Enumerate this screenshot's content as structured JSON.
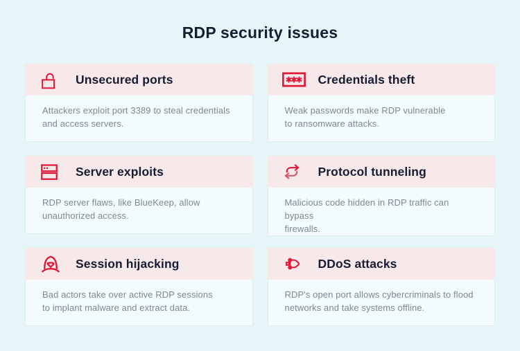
{
  "title": "RDP security issues",
  "theme": {
    "page_background": "#e6f6f8",
    "card_header_background": "#f7e8ea",
    "card_body_background": "#f4fbfc",
    "card_body_border": "#e0ebed",
    "accent_red": "#e0193b",
    "accent_red_muted": "#cf5a68",
    "heading_color": "#161d33",
    "description_color": "#7e8793"
  },
  "cards": [
    {
      "icon": "unlocked-padlock-icon",
      "title": "Unsecured ports",
      "description": "Attackers exploit port 3389 to steal credentials\nand access servers."
    },
    {
      "icon": "password-asterisks-icon",
      "title": "Credentials theft",
      "description": "Weak passwords make RDP vulnerable\nto ransomware attacks."
    },
    {
      "icon": "server-stack-icon",
      "title": "Server exploits",
      "description": "RDP server flaws, like BlueKeep, allow\nunauthorized access."
    },
    {
      "icon": "swap-arrows-icon",
      "title": "Protocol tunneling",
      "description": "Malicious code hidden in RDP traffic can bypass\nfirewalls."
    },
    {
      "icon": "hooded-hacker-icon",
      "title": "Session hijacking",
      "description": "Bad actors take over active RDP sessions\nto implant malware and extract data."
    },
    {
      "icon": "ddos-bot-icon",
      "title": "DDoS attacks",
      "description": "RDP's open port allows cybercriminals to flood\nnetworks and take systems offline."
    }
  ]
}
